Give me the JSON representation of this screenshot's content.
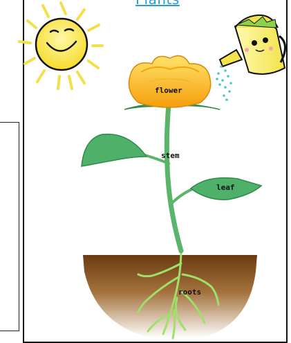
{
  "title": "Plants",
  "labels": {
    "flower": "flower",
    "stem": "stem",
    "leaf": "leaf",
    "roots": "roots"
  },
  "colors": {
    "title": "#2a9bd6",
    "sun": "#f8e84a",
    "petal": "#f9b21a",
    "leaf": "#4fb06a",
    "soil": "#7a4414"
  },
  "icons": [
    "sun-icon",
    "watering-can-icon"
  ]
}
